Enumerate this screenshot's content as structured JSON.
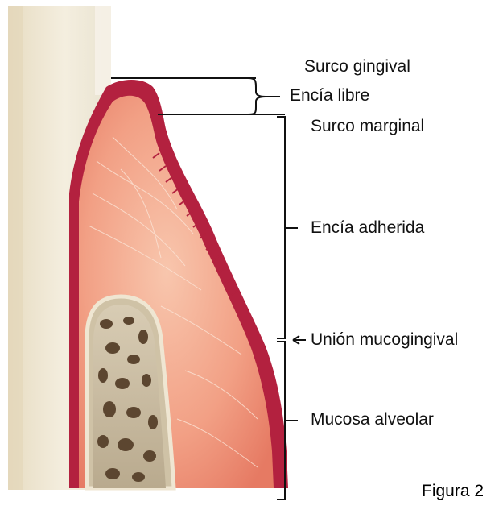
{
  "labels": {
    "surco_gingival": "Surco gingival",
    "encia_libre": "Encía libre",
    "surco_marginal": "Surco marginal",
    "encia_adherida": "Encía adherida",
    "union_mucogingival": "Unión mucogingival",
    "mucosa_alveolar": "Mucosa alveolar"
  },
  "caption": "Figura 2",
  "colors": {
    "tooth": "#efe8d6",
    "gingiva_epithelium": "#b3213f",
    "connective_tissue": "#f2a58a",
    "bone": "#8a7358"
  }
}
